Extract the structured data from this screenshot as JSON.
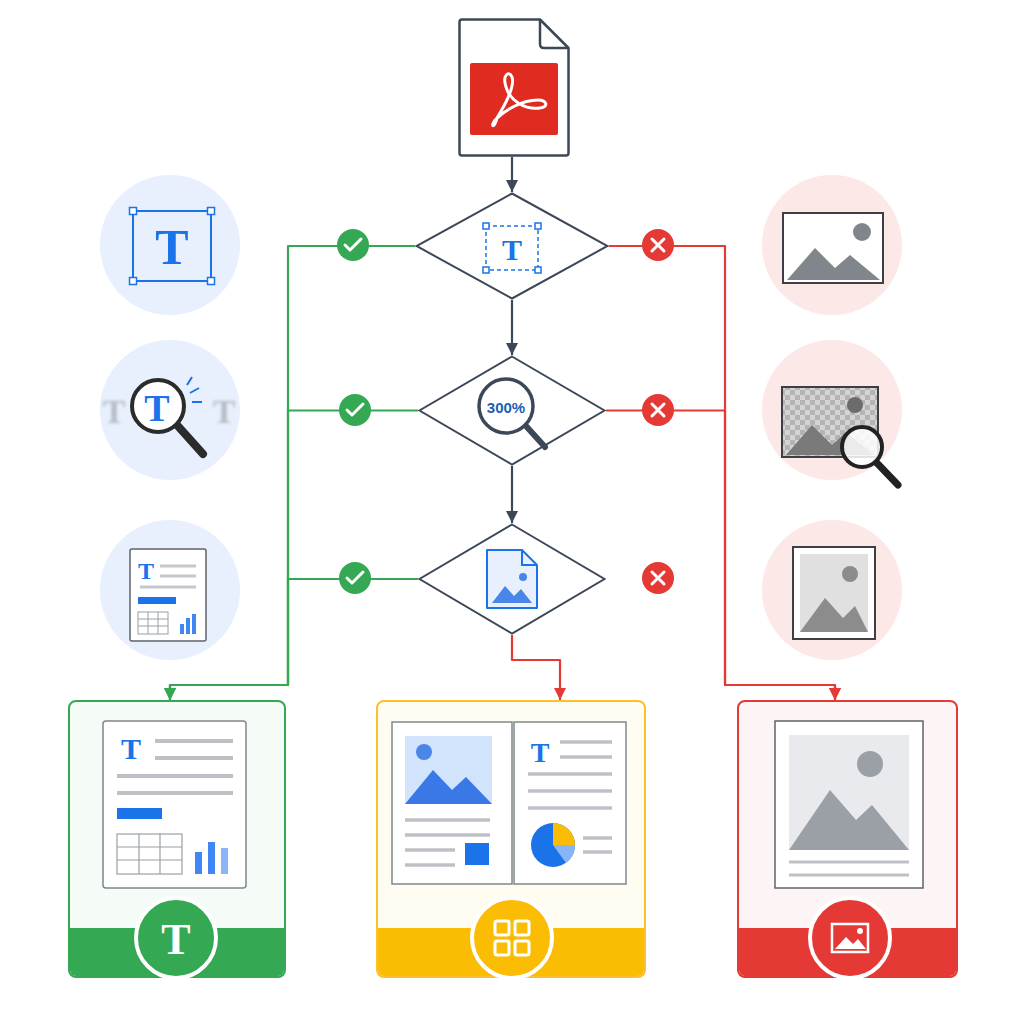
{
  "diagram": {
    "nodes": [
      {
        "text": []
      },
      {
        "text": [
          "T"
        ]
      },
      {
        "text": [
          "T"
        ]
      },
      {
        "text": [
          "T",
          "T",
          "T"
        ]
      },
      {
        "text": [
          "300%"
        ]
      },
      {
        "text": [
          "T"
        ]
      },
      {
        "text": []
      },
      {
        "text": [
          "T"
        ]
      },
      {
        "text": [
          "T"
        ],
        "in": 7
      },
      {
        "text": [
          "T"
        ]
      },
      {
        "text": []
      }
    ],
    "edges": [
      {
        "from": 0,
        "to": 2,
        "arrow": "to"
      },
      {
        "from": 2,
        "to": 4,
        "arrow": "to"
      },
      {
        "from": 4,
        "to": 6,
        "arrow": "to"
      },
      {
        "from": 2,
        "to": 7,
        "arrow": "to"
      },
      {
        "from": 4,
        "to": 7,
        "arrow": "to"
      },
      {
        "from": 6,
        "to": 7,
        "arrow": "to"
      },
      {
        "from": 2,
        "to": 10,
        "arrow": "to"
      },
      {
        "from": 4,
        "to": 10,
        "arrow": "to"
      },
      {
        "from": 6,
        "to": 9,
        "arrow": "to"
      }
    ]
  }
}
